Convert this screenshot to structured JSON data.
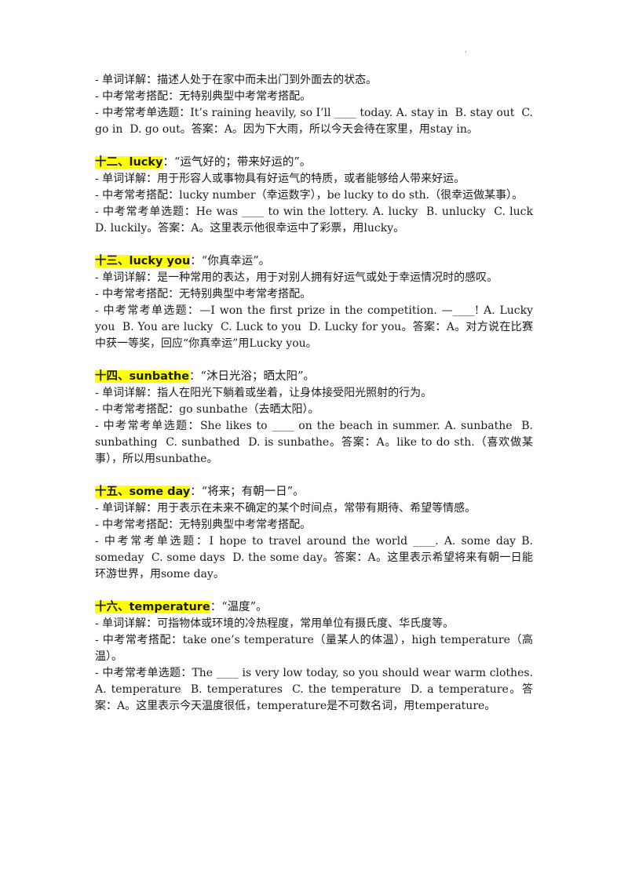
{
  "top_mark": "·",
  "intro": [
    "- 单词详解：描述人处于在家中而未出门到外面去的状态。",
    "- 中考常考搭配：无特别典型中考常考搭配。",
    "- 中考常考单选题：It’s raining heavily, so I’ll ____ today. A. stay in  B. stay out  C. go in  D. go out。答案：A。因为下大雨，所以今天会待在家里，用stay in。"
  ],
  "sections": [
    {
      "title": "十二、lucky",
      "gloss": "：“运气好的；带来好运的”。",
      "lines": [
        "- 单词详解：用于形容人或事物具有好运气的特质，或者能够给人带来好运。",
        "- 中考常考搭配：lucky number（幸运数字），be lucky to do sth.（很幸运做某事）。",
        "- 中考常考单选题：He was ____ to win the lottery. A. lucky  B. unlucky  C. luck  D. luckily。答案：A。这里表示他很幸运中了彩票，用lucky。"
      ]
    },
    {
      "title": "十三、lucky you",
      "gloss": "：“你真幸运”。",
      "lines": [
        "- 单词详解：是一种常用的表达，用于对别人拥有好运气或处于幸运情况时的感叹。",
        "- 中考常考搭配：无特别典型中考常考搭配。",
        "- 中考常考单选题：—I won the first prize in the competition. —____! A. Lucky you  B. You are lucky  C. Luck to you  D. Lucky for you。答案：A。对方说在比赛中获一等奖，回应“你真幸运”用Lucky you。"
      ]
    },
    {
      "title": "十四、sunbathe",
      "gloss": "：“沐日光浴；晒太阳”。",
      "lines": [
        "- 单词详解：指人在阳光下躺着或坐着，让身体接受阳光照射的行为。",
        "- 中考常考搭配：go sunbathe（去晒太阳）。",
        "- 中考常考单选题：She likes to ____ on the beach in summer. A. sunbathe  B. sunbathing  C. sunbathed  D. is sunbathe。答案：A。like to do sth.（喜欢做某事），所以用sunbathe。"
      ]
    },
    {
      "title": "十五、some day",
      "gloss": "：“将来；有朝一日”。",
      "lines": [
        "- 单词详解：用于表示在未来不确定的某个时间点，常带有期待、希望等情感。",
        "- 中考常考搭配：无特别典型中考常考搭配。",
        "- 中考常考单选题：I hope to travel around the world ____. A. some day B. someday  C. some days  D. the some day。答案：A。这里表示希望将来有朝一日能环游世界，用some day。"
      ]
    },
    {
      "title": "十六、temperature",
      "gloss": "：“温度”。",
      "lines": [
        "- 单词详解：可指物体或环境的冷热程度，常用单位有摄氏度、华氏度等。",
        "- 中考常考搭配：take one’s temperature（量某人的体温），high temperature（高温）。",
        "- 中考常考单选题：The ____ is very low today, so you should wear warm clothes. A. temperature  B. temperatures  C. the temperature  D. a temperature。答案：A。这里表示今天温度很低，temperature是不可数名词，用temperature。"
      ]
    }
  ]
}
